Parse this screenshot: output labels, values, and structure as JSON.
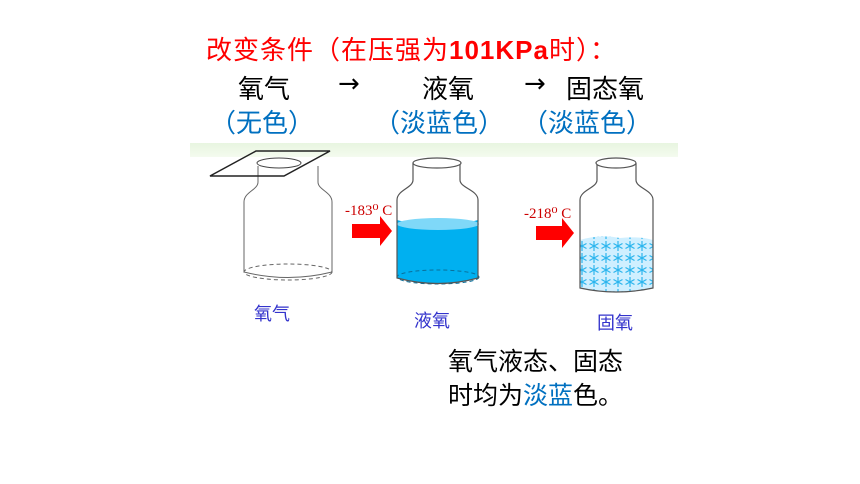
{
  "title": {
    "prefix": "改变条件（在压强为",
    "bold": "101KPa",
    "suffix": "时）："
  },
  "states": {
    "gas": "氧气",
    "arrow1": "→",
    "liquid": "液氧",
    "arrow2": "→",
    "solid": "固态氧"
  },
  "colors_line": {
    "gas": "（无色）",
    "liquid": "（淡蓝色）",
    "solid": "（淡蓝色）"
  },
  "bottles": [
    {
      "caption": "氧气",
      "temperature": ""
    },
    {
      "caption": "液氧",
      "temperature": "-183⁰ C"
    },
    {
      "caption": "固氧",
      "temperature": "-218⁰ C"
    }
  ],
  "conclusion": {
    "line1": "氧气液态、固态",
    "line2_before": "时均为",
    "line2_highlight": "淡蓝",
    "line2_after": "色。"
  },
  "palette": {
    "title_red": "#ff0000",
    "state_blue": "#0070c0",
    "liquid_fill": "#00b0f0",
    "arrow_red": "#ff0000",
    "caption_blue": "#3333cc"
  }
}
